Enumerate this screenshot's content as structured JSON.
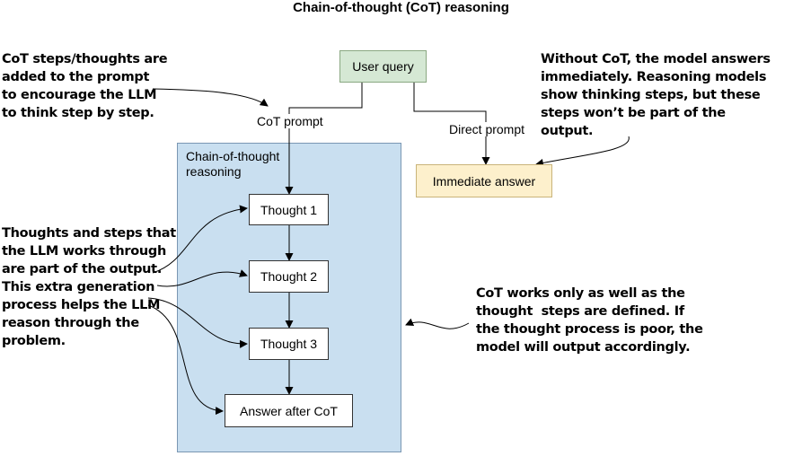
{
  "title": "Chain-of-thought (CoT) reasoning",
  "nodes": {
    "user_query": "User query",
    "immediate_answer": "Immediate answer",
    "thought_1": "Thought 1",
    "thought_2": "Thought 2",
    "thought_3": "Thought 3",
    "answer_after_cot": "Answer after CoT",
    "cot_region_label": "Chain-of-thought\nreasoning"
  },
  "edges": {
    "cot_prompt": "CoT prompt",
    "direct_prompt": "Direct prompt"
  },
  "annotations": {
    "cot_steps": "CoT steps/thoughts are\nadded to the prompt\nto encourage the LLM\nto think step by step.",
    "without_cot": "Without CoT, the model answers\nimmediately. Reasoning models\nshow thinking steps, but these\nsteps won’t be part of the\noutput.",
    "thoughts_output": "Thoughts and steps that\nthe LLM works through\nare part of the output.\nThis extra generation\nprocess helps the LLM\nreason through the\nproblem.",
    "cot_works": "CoT works only as well as the\nthought  steps are defined. If\nthe thought process is poor, the\nmodel will output accordingly."
  },
  "colors": {
    "user_query_fill": "#d5e8d4",
    "user_query_border": "#8aa882",
    "immediate_answer_fill": "#fdf0cc",
    "immediate_answer_border": "#c9b47a",
    "cot_region_fill": "#c9dff0",
    "line": "#000000"
  }
}
